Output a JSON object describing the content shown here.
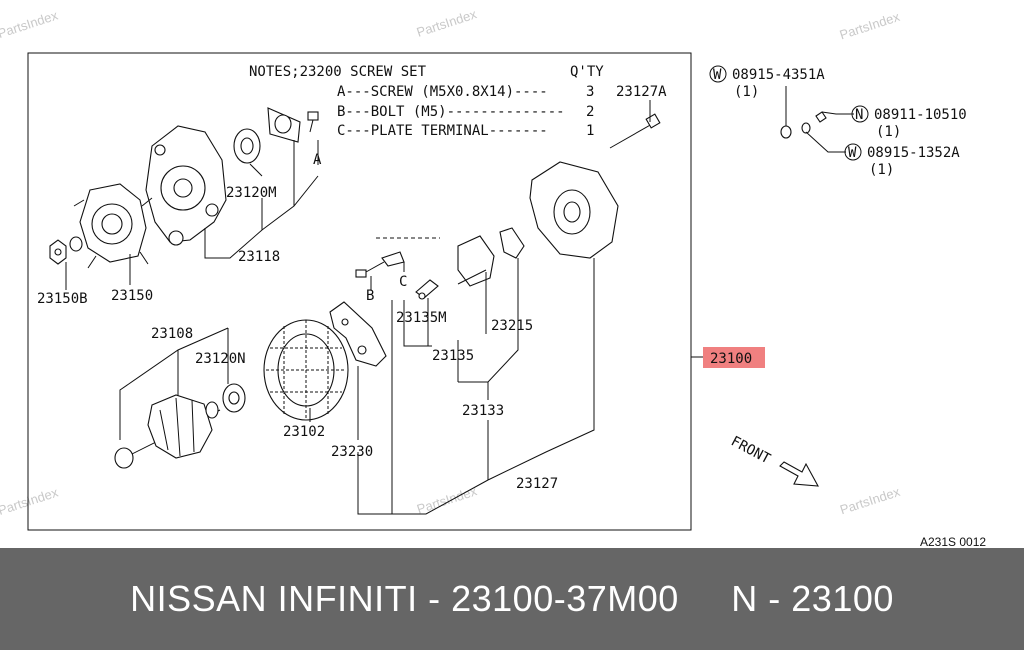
{
  "notes": {
    "title": "NOTES;23200 SCREW SET",
    "qty_header": "Q'TY",
    "items": [
      {
        "text": "A---SCREW (M5X0.8X14)----",
        "qty": "3"
      },
      {
        "text": "B---BOLT (M5)--------------",
        "qty": "2"
      },
      {
        "text": "C---PLATE TERMINAL-------",
        "qty": "1"
      }
    ]
  },
  "parts": {
    "p23127A": "23127A",
    "p23120M": "23120M",
    "p23118": "23118",
    "p23150B": "23150B",
    "p23150": "23150",
    "p23108": "23108",
    "p23120N": "23120N",
    "p23102": "23102",
    "p23230": "23230",
    "p23135M": "23135M",
    "p23215": "23215",
    "p23135": "23135",
    "p23133": "23133",
    "p23127": "23127",
    "p23100": "23100",
    "markA": "A",
    "markB": "B",
    "markC": "C"
  },
  "hardware": [
    {
      "prefix": "W",
      "number": "08915-4351A",
      "qty": "(1)"
    },
    {
      "prefix": "N",
      "number": "08911-10510",
      "qty": "(1)"
    },
    {
      "prefix": "W",
      "number": "08915-1352A",
      "qty": "(1)"
    }
  ],
  "front_label": "FRONT",
  "diagram_code": "A231S 0012",
  "watermark": "PartsIndex",
  "highlight_color": "#f08080",
  "footer": {
    "title": "NISSAN INFINITI - 23100-37M00     N - 23100"
  }
}
